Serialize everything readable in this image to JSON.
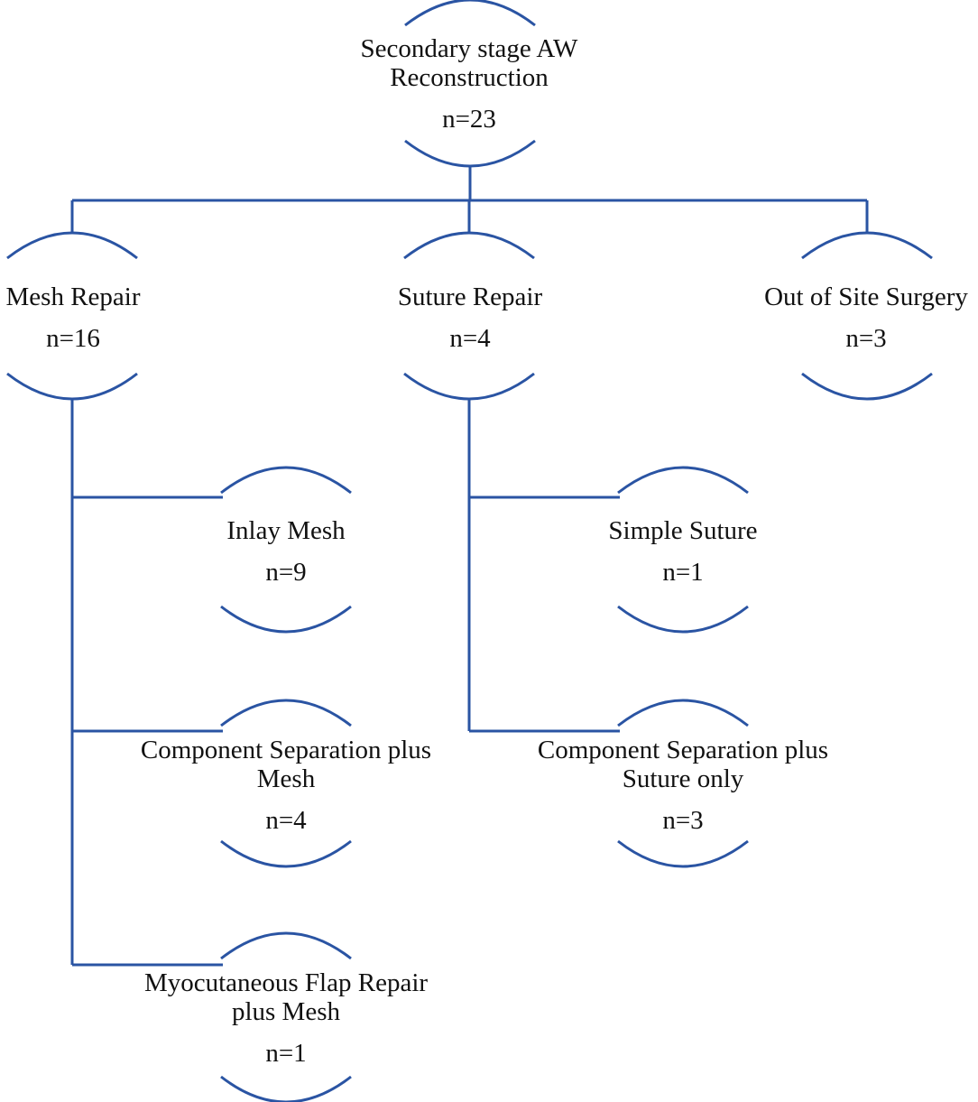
{
  "diagram": {
    "line_color": "#2a54a3",
    "nodes": {
      "root": {
        "label": "Secondary stage AW\nReconstruction",
        "count": "n=23"
      },
      "mesh_repair": {
        "label": "Mesh Repair",
        "count": "n=16"
      },
      "suture_repair": {
        "label": "Suture Repair",
        "count": "n=4"
      },
      "out_of_site": {
        "label": "Out of Site Surgery",
        "count": "n=3"
      },
      "inlay_mesh": {
        "label": "Inlay Mesh",
        "count": "n=9"
      },
      "component_sep_mesh": {
        "label": "Component Separation plus\nMesh",
        "count": "n=4"
      },
      "myocutaneous_flap": {
        "label": "Myocutaneous Flap Repair\nplus Mesh",
        "count": "n=1"
      },
      "simple_suture": {
        "label": "Simple Suture",
        "count": "n=1"
      },
      "component_sep_suture": {
        "label": "Component Separation plus\nSuture only",
        "count": "n=3"
      }
    }
  }
}
